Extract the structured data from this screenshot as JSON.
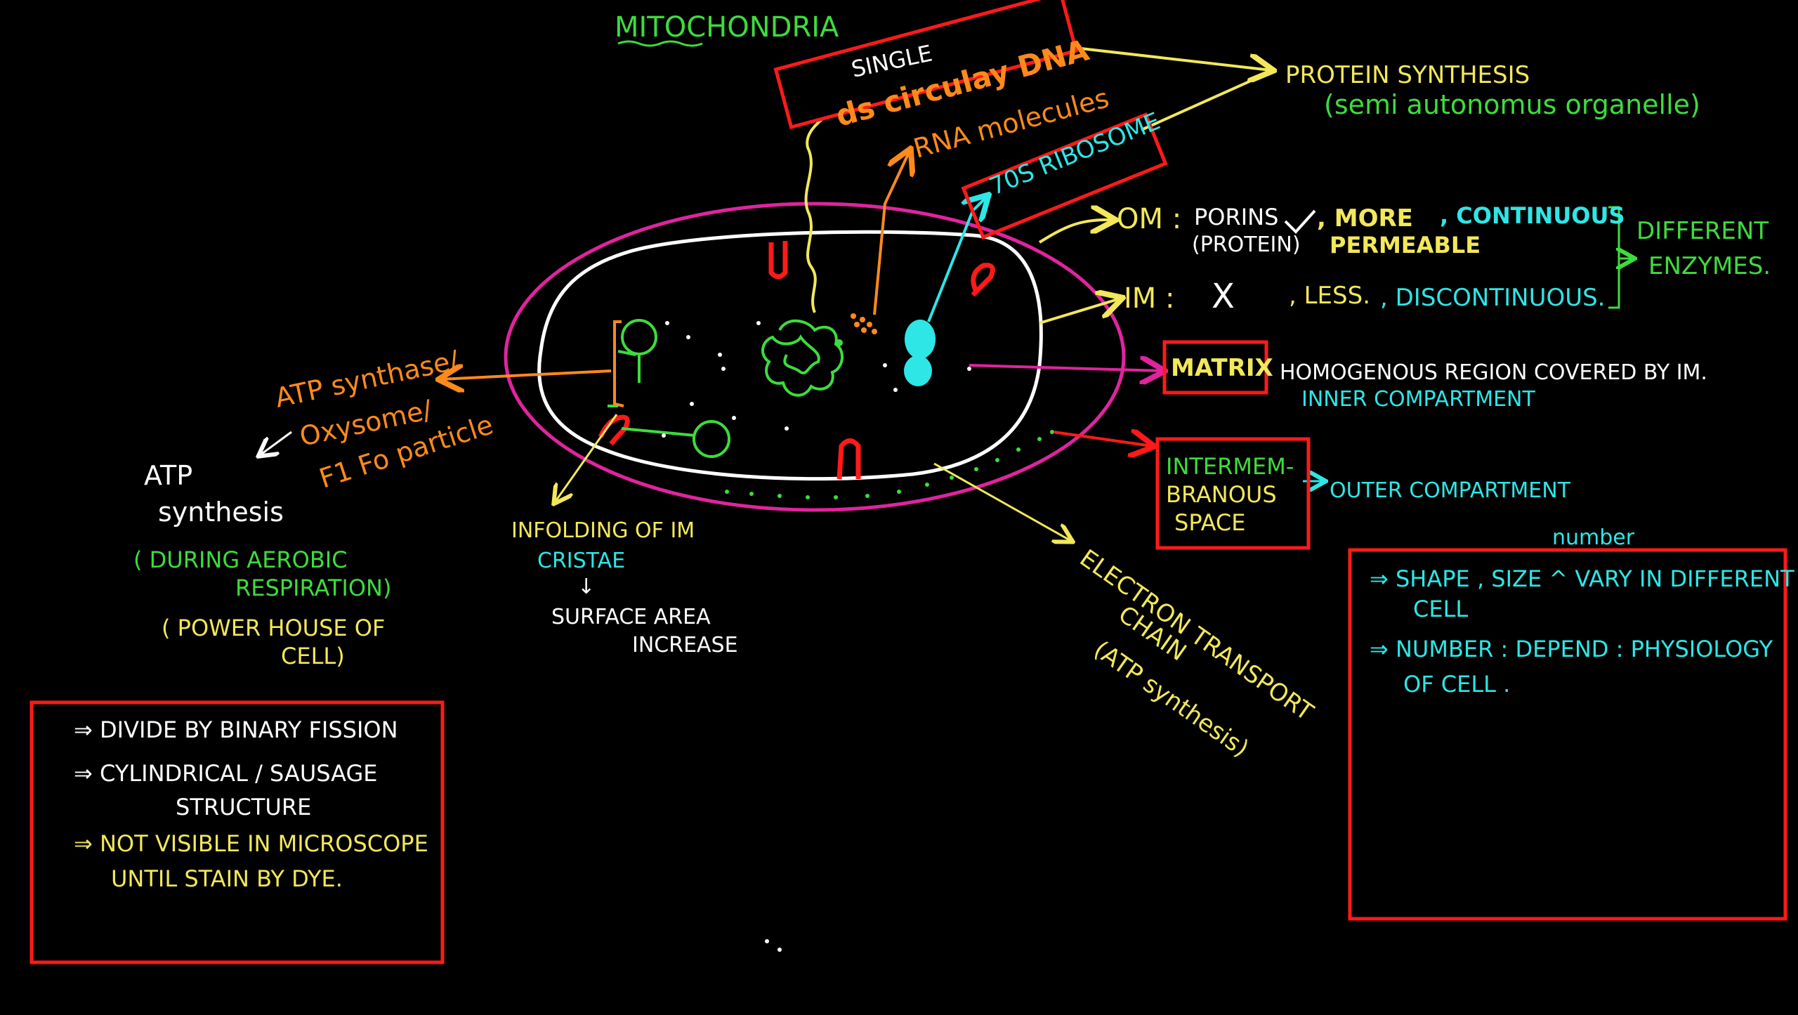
{
  "colors": {
    "background": "#000000",
    "title": "#3ddc3d",
    "yellow": "#f2e85a",
    "orange": "#ff8a1c",
    "white": "#ffffff",
    "green": "#3ddc3d",
    "cyan": "#2ee6e6",
    "red": "#ff1a1a",
    "magenta": "#e0249e"
  },
  "title": "MITOCHONDRIA",
  "labels": {
    "single": "SINGLE",
    "ds_dna": "ds circulay DNA",
    "rna": "RNA molecules",
    "ribosome": "70S RIBOSOME",
    "protein_synthesis": "PROTEIN SYNTHESIS",
    "semi_autonomous": "(semi autonomus organelle)",
    "om": "OM :",
    "porins": "PORINS",
    "protein": "(PROTEIN)",
    "om_more": ", MORE",
    "om_permeable": "PERMEABLE",
    "om_continuous": ", CONTINUOUS",
    "im": "IM :",
    "im_x": "X",
    "im_less": ", LESS.",
    "im_discontinuous": ", DISCONTINUOUS.",
    "different": "DIFFERENT",
    "enzymes": "ENZYMES.",
    "matrix": "MATRIX",
    "matrix_desc_1": "HOMOGENOUS REGION COVERED BY IM.",
    "matrix_desc_2": "INNER COMPARTMENT",
    "intermem_1": "INTERMEM-",
    "intermem_2": "BRANOUS",
    "intermem_3": "SPACE",
    "outer_compartment": "OUTER COMPARTMENT",
    "atp_synthase_1": "ATP synthase/",
    "atp_synthase_2": "Oxysome/",
    "atp_synthase_3": "F1 Fo particle",
    "atp": "ATP",
    "synthesis": "synthesis",
    "aerobic_1": "( DURING AEROBIC",
    "aerobic_2": "RESPIRATION)",
    "power_1": "( POWER HOUSE OF",
    "power_2": "CELL)",
    "infolding": "INFOLDING OF IM",
    "cristae": "CRISTAE",
    "down_arrow": "↓",
    "surface_1": "SURFACE AREA",
    "surface_2": "INCREASE",
    "etc_1": "ELECTRON TRANSPORT",
    "etc_2": "CHAIN",
    "etc_3": "(ATP synthesis)"
  },
  "box_left": {
    "line1": "⇒ DIVIDE BY BINARY FISSION",
    "line2": "⇒ CYLINDRICAL / SAUSAGE",
    "line3": "STRUCTURE",
    "line4": "⇒ NOT VISIBLE IN MICROSCOPE",
    "line5": "UNTIL STAIN BY DYE."
  },
  "box_right": {
    "number_note": "number",
    "line1": "⇒ SHAPE , SIZE ^ VARY IN DIFFERENT",
    "line2": "CELL",
    "line3": "⇒ NUMBER : DEPEND : PHYSIOLOGY",
    "line4": "OF CELL ."
  }
}
